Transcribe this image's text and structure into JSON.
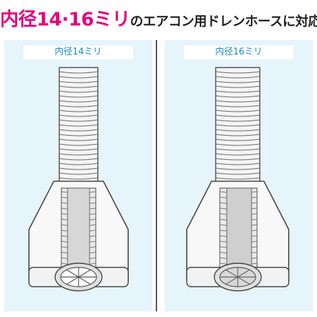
{
  "headline": {
    "highlight": "内径14·16ミリ",
    "rest": "のエアコン用ドレンホースに対応"
  },
  "panels": [
    {
      "label": "内径14ミリ"
    },
    {
      "label": "内径16ミリ"
    }
  ],
  "colors": {
    "accent": "#e4007f",
    "label_text": "#1b88c9",
    "panel_bg": "#e6f4fb",
    "divider": "#555555"
  }
}
